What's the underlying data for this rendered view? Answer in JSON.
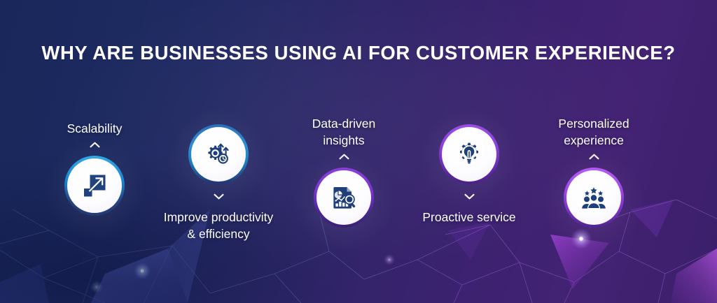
{
  "header": {
    "title": "WHY ARE BUSINESSES USING AI FOR CUSTOMER EXPERIENCE?"
  },
  "theme": {
    "background_left": "#19275a",
    "background_right": "#432273",
    "title_color": "#ffffff",
    "label_color": "#ffffff",
    "icon_color": "#1f3f77",
    "ring_blue": "#1b9fe0",
    "ring_purple": "#8b3fd9",
    "circle_fill": "#ffffff"
  },
  "steps": [
    {
      "label": "Scalability",
      "icon": "scale-arrow-icon",
      "ring_color": "#1b9fe0",
      "chevron": "up",
      "label_position": "top"
    },
    {
      "label": "Improve productivity & efficiency",
      "label_line_1": "Improve productivity",
      "label_line_2": "& efficiency",
      "icon": "gear-clock-arrows-icon",
      "ring_color": "#1f7fc4",
      "chevron": "down",
      "label_position": "bottom"
    },
    {
      "label": "Data-driven insights",
      "label_line_1": "Data-driven",
      "label_line_2": "insights",
      "icon": "document-charts-magnifier-icon",
      "ring_color": "#7b3bd0",
      "chevron": "up",
      "label_position": "top"
    },
    {
      "label": "Proactive service",
      "label_line_1": "Proactive service",
      "label_line_2": "",
      "icon": "lightbulb-gear-icon",
      "ring_color": "#8b3fd9",
      "chevron": "down",
      "label_position": "bottom"
    },
    {
      "label": "Personalized experience",
      "label_line_1": "Personalized",
      "label_line_2": "experience",
      "icon": "people-stars-icon",
      "ring_color": "#a149e8",
      "chevron": "up",
      "label_position": "top"
    }
  ]
}
